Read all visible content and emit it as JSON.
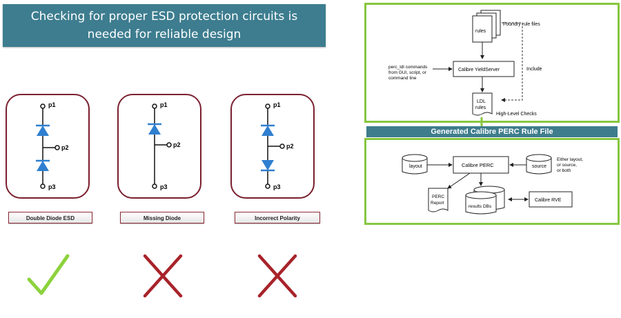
{
  "banner": {
    "line1": "Checking for proper ESD protection circuits is",
    "line2": "needed for reliable design"
  },
  "cards": [
    {
      "label": "Double Diode ESD",
      "status": "check",
      "pins": [
        "p1",
        "p2",
        "p3"
      ]
    },
    {
      "label": "Missing Diode",
      "status": "cross",
      "pins": [
        "p1",
        "p2",
        "p3"
      ]
    },
    {
      "label": "Incorrect Polarity",
      "status": "cross",
      "pins": [
        "p1",
        "p2",
        "p3"
      ]
    }
  ],
  "colors": {
    "banner": "#3d7d8f",
    "card_border": "#7a1f2e",
    "diode": "#2f7fd0",
    "check": "#8cd23c",
    "cross": "#a8232a",
    "flow_border": "#86c63f",
    "flow_band": "#3e7d8c"
  },
  "flow": {
    "foundry": "Foundry rule files",
    "rules": "rules",
    "cmd_line1": "perc_ldl commands",
    "cmd_line2": "from GUI, script, or",
    "cmd_line3": "command line",
    "yieldserver": "Calibre YieldServer",
    "include": "Include",
    "ldl_line1": "LDL",
    "ldl_line2": "rules",
    "highlevel": "High-Level Checks",
    "generated": "Generated Calibre PERC Rule File",
    "layout": "layout",
    "perc": "Calibre PERC",
    "source": "source",
    "either1": "Either layout,",
    "either2": "or source,",
    "either3": "or both",
    "report1": "PERC",
    "report2": "Report",
    "results": "results DBs",
    "rve": "Calibre RVE"
  }
}
